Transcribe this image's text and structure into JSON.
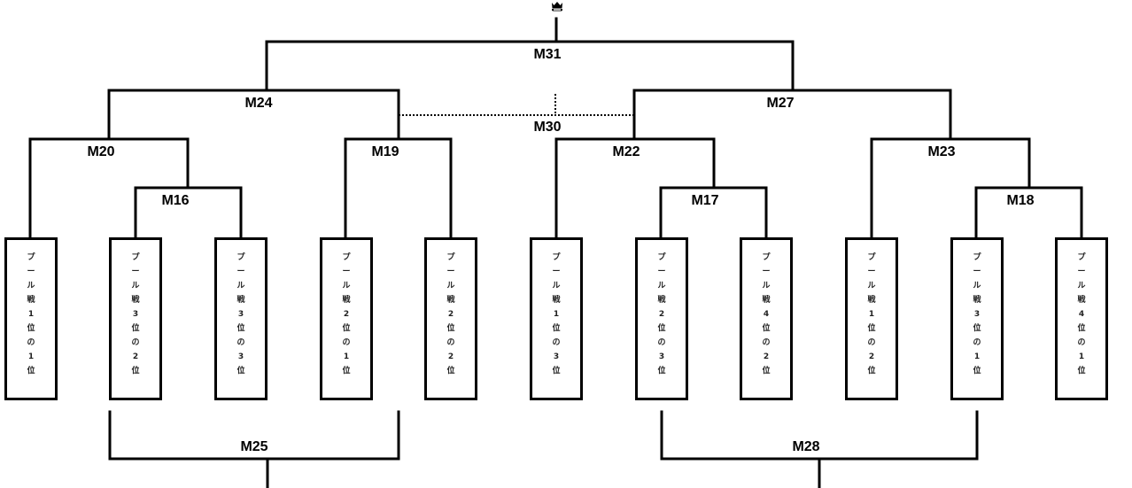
{
  "trophy": {
    "icon": "crown-icon"
  },
  "matches": {
    "M31": "M31",
    "M24": "M24",
    "M27": "M27",
    "M30": "M30",
    "M20": "M20",
    "M19": "M19",
    "M22": "M22",
    "M23": "M23",
    "M16": "M16",
    "M17": "M17",
    "M18": "M18",
    "M25": "M25",
    "M28": "M28"
  },
  "slots": [
    {
      "label": [
        "プ",
        "ー",
        "ル",
        "戦",
        "1",
        "位",
        "の",
        "1",
        "位"
      ],
      "text": "プール戦1位の1位"
    },
    {
      "label": [
        "プ",
        "ー",
        "ル",
        "戦",
        "3",
        "位",
        "の",
        "2",
        "位"
      ],
      "text": "プール戦3位の2位"
    },
    {
      "label": [
        "プ",
        "ー",
        "ル",
        "戦",
        "3",
        "位",
        "の",
        "3",
        "位"
      ],
      "text": "プール戦3位の3位"
    },
    {
      "label": [
        "プ",
        "ー",
        "ル",
        "戦",
        "2",
        "位",
        "の",
        "1",
        "位"
      ],
      "text": "プール戦2位の1位"
    },
    {
      "label": [
        "プ",
        "ー",
        "ル",
        "戦",
        "2",
        "位",
        "の",
        "2",
        "位"
      ],
      "text": "プール戦2位の2位"
    },
    {
      "label": [
        "プ",
        "ー",
        "ル",
        "戦",
        "1",
        "位",
        "の",
        "3",
        "位"
      ],
      "text": "プール戦1位の3位"
    },
    {
      "label": [
        "プ",
        "ー",
        "ル",
        "戦",
        "2",
        "位",
        "の",
        "3",
        "位"
      ],
      "text": "プール戦2位の3位"
    },
    {
      "label": [
        "プ",
        "ー",
        "ル",
        "戦",
        "4",
        "位",
        "の",
        "2",
        "位"
      ],
      "text": "プール戦4位の2位"
    },
    {
      "label": [
        "プ",
        "ー",
        "ル",
        "戦",
        "1",
        "位",
        "の",
        "2",
        "位"
      ],
      "text": "プール戦1位の2位"
    },
    {
      "label": [
        "プ",
        "ー",
        "ル",
        "戦",
        "3",
        "位",
        "の",
        "1",
        "位"
      ],
      "text": "プール戦3位の1位"
    },
    {
      "label": [
        "プ",
        "ー",
        "ル",
        "戦",
        "4",
        "位",
        "の",
        "1",
        "位"
      ],
      "text": "プール戦4位の1位"
    }
  ]
}
